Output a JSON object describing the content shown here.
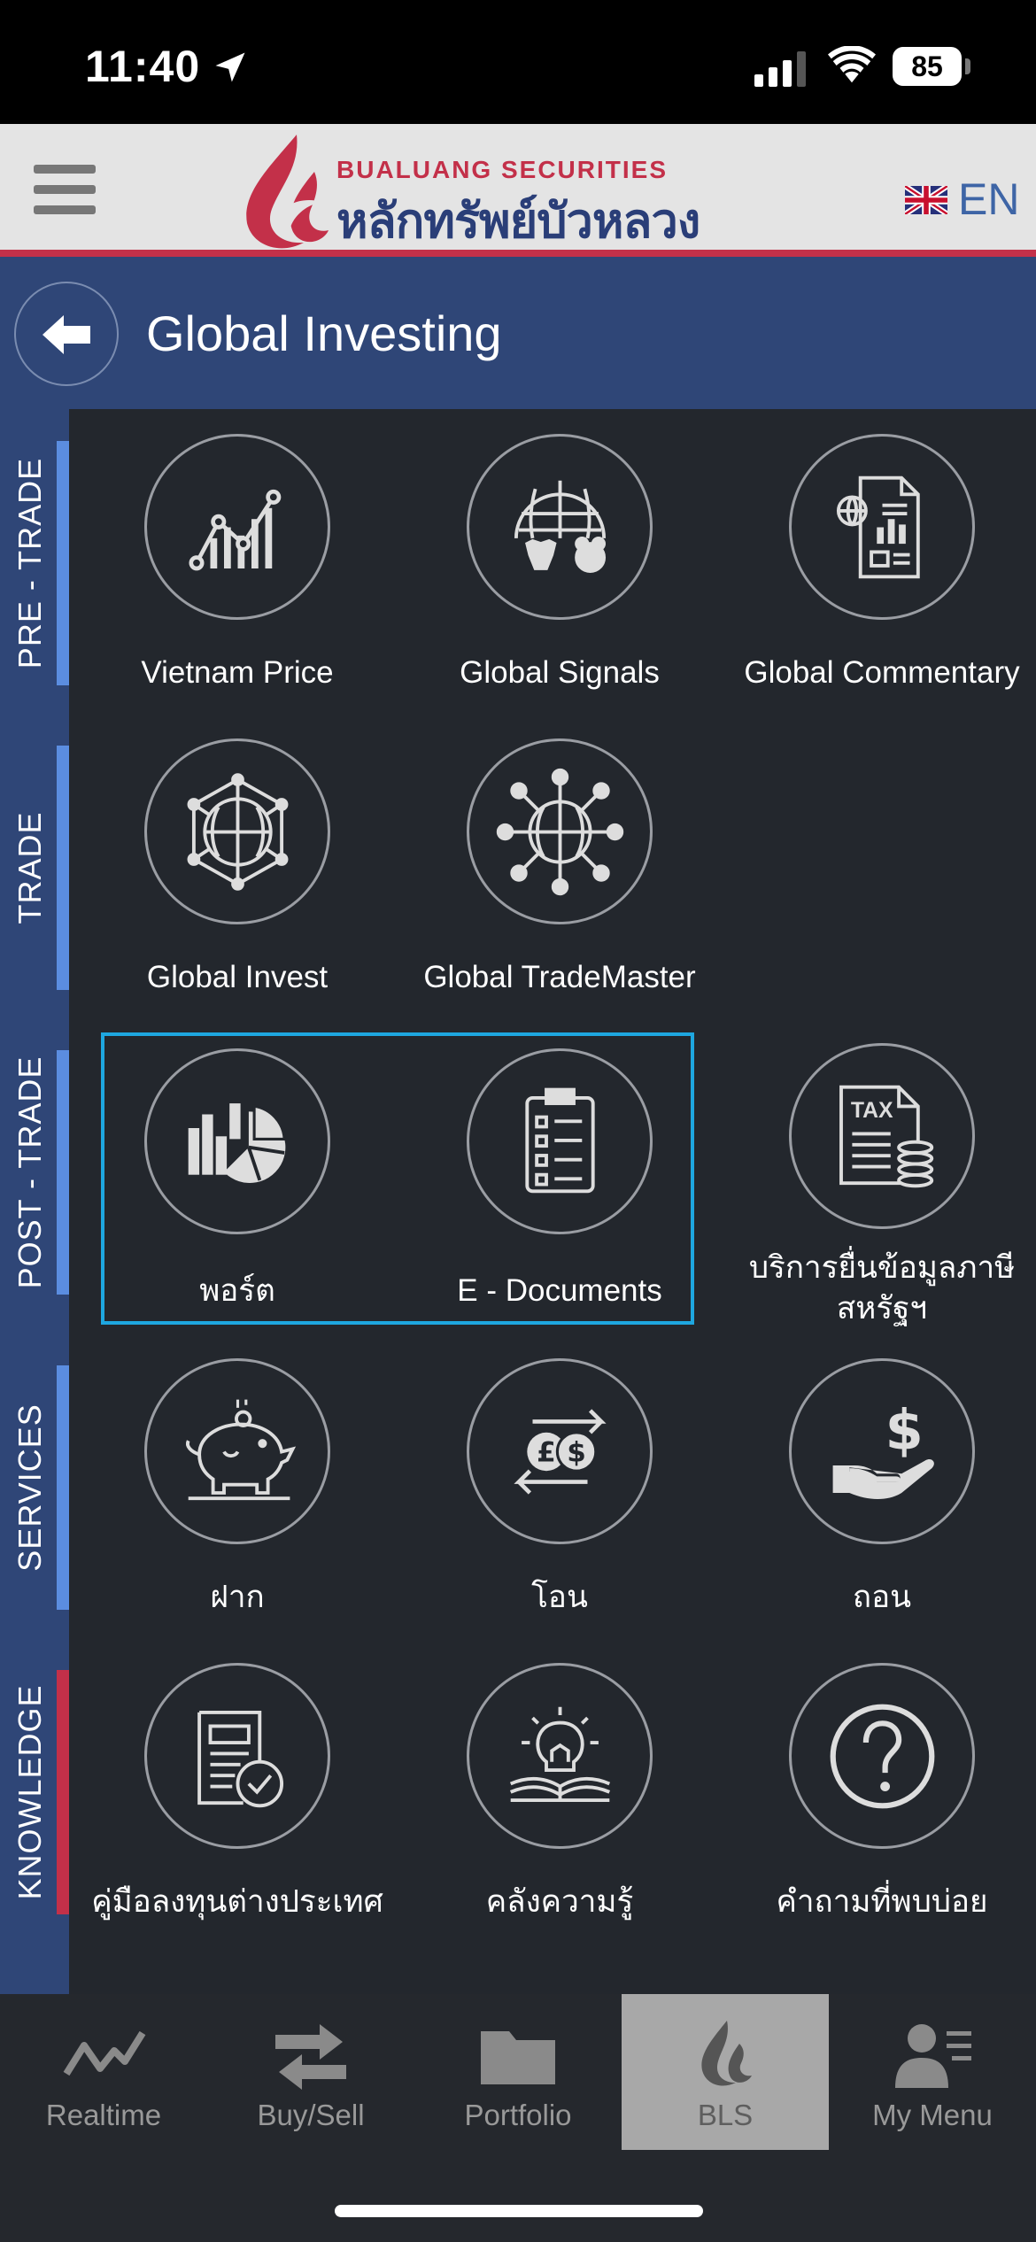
{
  "status_bar": {
    "time": "11:40",
    "battery": "85"
  },
  "header": {
    "brand_en": "BUALUANG SECURITIES",
    "brand_th": "หลักทรัพย์บัวหลวง",
    "language": "EN",
    "accent_color": "#c33049"
  },
  "title_bar": {
    "title": "Global Investing"
  },
  "side_tabs": [
    {
      "label": "PRE - TRADE",
      "color": "#5b8de0"
    },
    {
      "label": "TRADE",
      "color": "#5b8de0"
    },
    {
      "label": "POST - TRADE",
      "color": "#5b8de0"
    },
    {
      "label": "SERVICES",
      "color": "#5b8de0"
    },
    {
      "label": "KNOWLEDGE",
      "color": "#c33049"
    }
  ],
  "tiles": {
    "pre_trade": [
      {
        "label": "Vietnam Price",
        "icon": "line-chart-icon"
      },
      {
        "label": "Global Signals",
        "icon": "globe-bull-bear-icon"
      },
      {
        "label": "Global Commentary",
        "icon": "report-document-icon"
      }
    ],
    "trade": [
      {
        "label": "Global Invest",
        "icon": "globe-network-icon"
      },
      {
        "label": "Global TradeMaster",
        "icon": "globe-nodes-icon"
      }
    ],
    "post_trade": [
      {
        "label": "พอร์ต",
        "icon": "portfolio-pie-chart-icon"
      },
      {
        "label": "E - Documents",
        "icon": "checklist-clipboard-icon"
      },
      {
        "label_line1": "บริการยื่นข้อมูลภาษี",
        "label_line2": "สหรัฐฯ",
        "icon": "tax-document-icon"
      }
    ],
    "services": [
      {
        "label": "ฝาก",
        "icon": "piggy-bank-icon"
      },
      {
        "label": "โอน",
        "icon": "currency-exchange-icon"
      },
      {
        "label": "ถอน",
        "icon": "hand-dollar-icon"
      }
    ],
    "knowledge": [
      {
        "label": "คู่มือลงทุนต่างประเทศ",
        "icon": "guide-book-check-icon"
      },
      {
        "label": "คลังความรู้",
        "icon": "lightbulb-book-icon"
      },
      {
        "label": "คำถามที่พบบ่อย",
        "icon": "question-mark-icon"
      }
    ]
  },
  "bottom_nav": [
    {
      "label": "Realtime",
      "icon": "zigzag-chart-icon"
    },
    {
      "label": "Buy/Sell",
      "icon": "swap-arrows-icon"
    },
    {
      "label": "Portfolio",
      "icon": "folder-icon"
    },
    {
      "label": "BLS",
      "icon": "bls-lotus-icon",
      "active": true
    },
    {
      "label": "My Menu",
      "icon": "user-menu-icon"
    }
  ],
  "highlight_color": "#1ea7e0"
}
